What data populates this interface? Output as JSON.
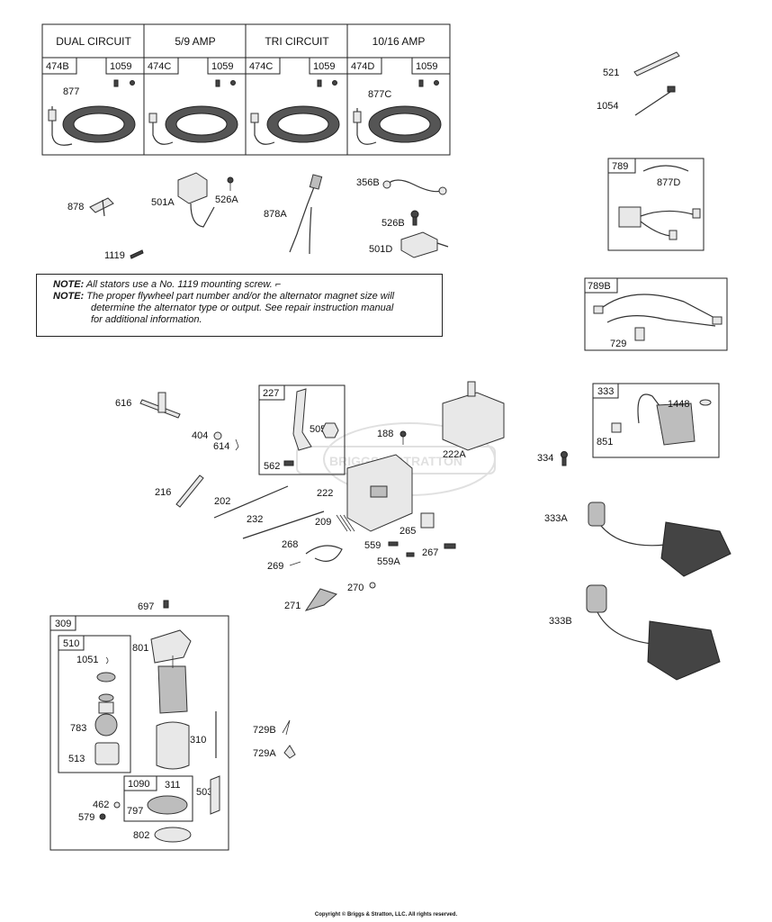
{
  "stator_headers": [
    "DUAL CIRCUIT",
    "5/9 AMP",
    "TRI CIRCUIT",
    "10/16 AMP"
  ],
  "stator_boxes": [
    {
      "part": "474B",
      "screw": "1059",
      "lead": "877"
    },
    {
      "part": "474C",
      "screw": "1059",
      "lead": ""
    },
    {
      "part": "474C",
      "screw": "1059",
      "lead": ""
    },
    {
      "part": "474D",
      "screw": "1059",
      "lead": "877C"
    }
  ],
  "note": {
    "label1": "NOTE:",
    "text1": "All stators use a No. 1119 mounting screw.",
    "label2": "NOTE:",
    "text2a": "The proper flywheel part number and/or the alternator magnet size will",
    "text2b": "determine the alternator type or output. See repair instruction manual",
    "text2c": "for additional information."
  },
  "group_boxes": {
    "b789": "789",
    "b789B": "789B",
    "b333": "333",
    "b227": "227",
    "b309": "309",
    "b510": "510",
    "b1090": "1090"
  },
  "labels": {
    "p521": "521",
    "p1054": "1054",
    "p877D": "877D",
    "p729": "729",
    "p1448": "1448",
    "p851": "851",
    "p334": "334",
    "p333A": "333A",
    "p333B": "333B",
    "p878": "878",
    "p501A": "501A",
    "p526A": "526A",
    "p1119": "1119",
    "p878A": "878A",
    "p356B": "356B",
    "p526B": "526B",
    "p501D": "501D",
    "p616": "616",
    "p404": "404",
    "p614": "614",
    "p505": "505",
    "p562": "562",
    "p188": "188",
    "p222A": "222A",
    "p216": "216",
    "p202": "202",
    "p222": "222",
    "p232": "232",
    "p209": "209",
    "p265": "265",
    "p268": "268",
    "p559": "559",
    "p559A": "559A",
    "p267": "267",
    "p269": "269",
    "p270": "270",
    "p271": "271",
    "p697": "697",
    "p801": "801",
    "p1051": "1051",
    "p783": "783",
    "p513": "513",
    "p310": "310",
    "p729B": "729B",
    "p729A": "729A",
    "p311": "311",
    "p503": "503",
    "p462": "462",
    "p579": "579",
    "p797": "797",
    "p802": "802"
  },
  "watermark": "BRIGGS & STRATTON",
  "copyright": "Copyright © Briggs & Stratton, LLC. All rights reserved."
}
